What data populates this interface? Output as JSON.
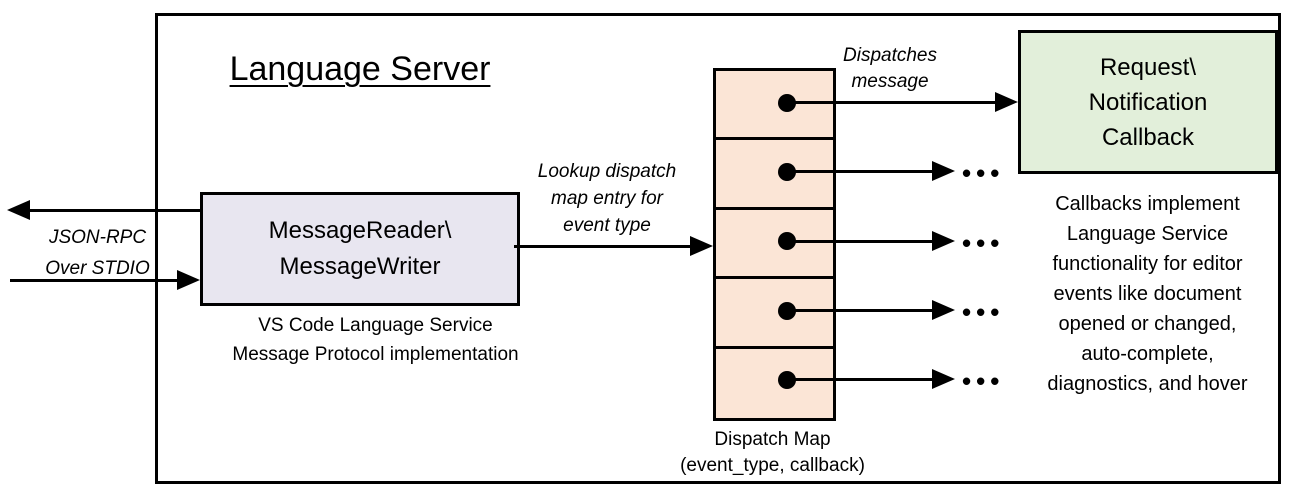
{
  "diagram": {
    "title": "Language Server",
    "reader_box": {
      "label": "MessageReader\\\nMessageWriter",
      "caption": "VS Code Language Service\nMessage Protocol implementation",
      "fill": "#E8E6F0"
    },
    "callback_box": {
      "label": "Request\\\nNotification\nCallback",
      "fill": "#E2EFDA"
    },
    "dispatch_map": {
      "label": "Dispatch Map\n(event_type, callback)",
      "fill": "#FBE5D6",
      "cell_count": 5
    },
    "labels": {
      "jsonrpc": "JSON-RPC\nOver STDIO",
      "lookup": "Lookup dispatch\nmap entry for\nevent type",
      "dispatches": "Dispatches\nmessage",
      "callbacks_note": "Callbacks implement\nLanguage Service\nfunctionality for editor\nevents like document\nopened or changed,\nauto-complete,\ndiagnostics, and hover"
    },
    "ellipsis": "•••",
    "colors": {
      "line": "#000000",
      "background": "#ffffff"
    }
  }
}
